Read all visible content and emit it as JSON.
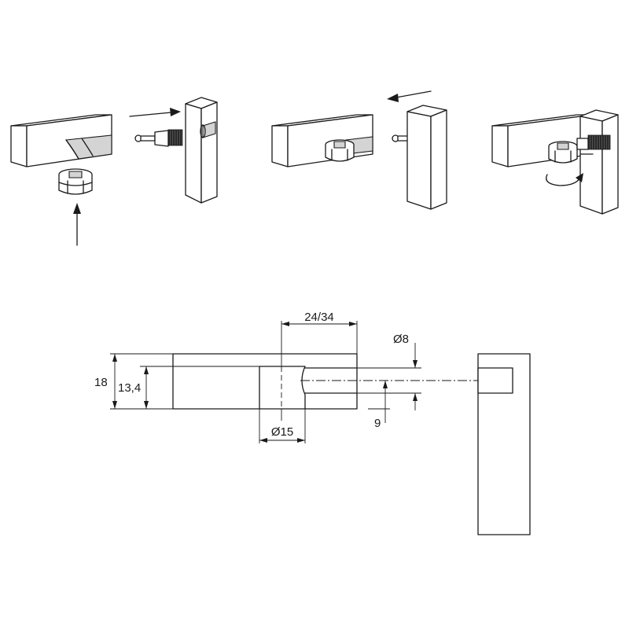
{
  "dimensions": {
    "length": "24/34",
    "pin_diameter": "Ø8",
    "height": "18",
    "cam_center_height": "13,4",
    "cam_diameter": "Ø15",
    "pin_offset": "9"
  },
  "colors": {
    "line": "#1a1a1a",
    "fill": "#ffffff",
    "shade": "#d4d4d4"
  }
}
